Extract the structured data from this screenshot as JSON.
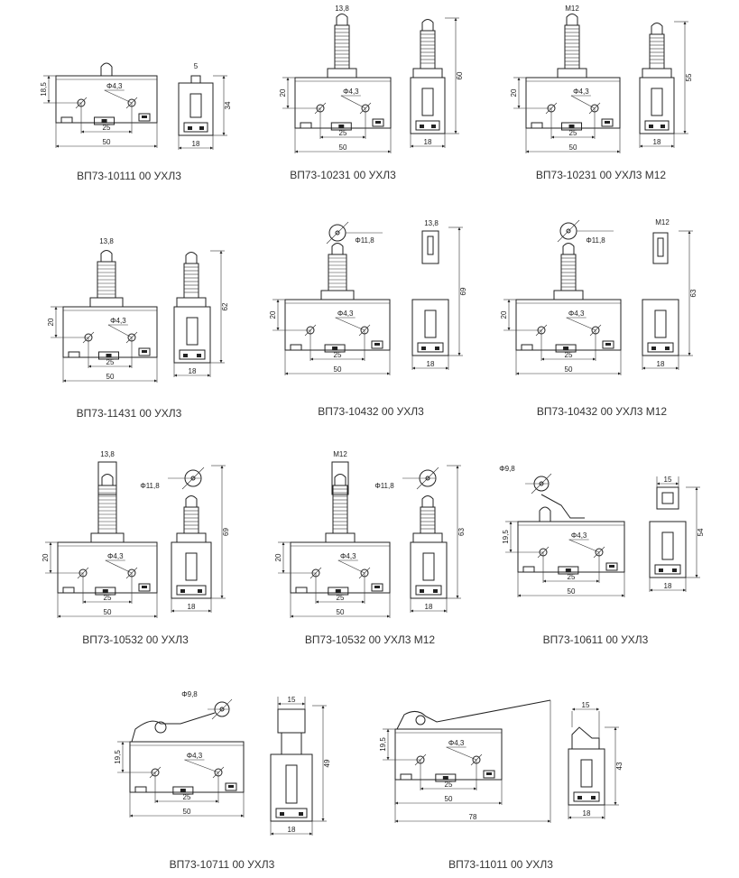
{
  "drawings": [
    {
      "caption": "ВП73-10111 00 УХЛ3",
      "dims": {
        "h": "18,5",
        "hole": "Φ4,3",
        "pitch": "25",
        "width": "50",
        "top": "5",
        "depth": "18",
        "height": "34"
      }
    },
    {
      "caption": "ВП73-10231 00 УХЛ3",
      "dims": {
        "thread": "13,8",
        "h": "20",
        "hole": "Φ4,3",
        "pitch": "25",
        "width": "50",
        "depth": "18",
        "height": "60"
      }
    },
    {
      "caption": "ВП73-10231 00 УХЛ3  М12",
      "dims": {
        "thread": "М12",
        "h": "20",
        "hole": "Φ4,3",
        "pitch": "25",
        "width": "50",
        "depth": "18",
        "height": "55"
      }
    },
    {
      "caption": "ВП73-11431 00 УХЛ3",
      "dims": {
        "thread": "13,8",
        "h": "20",
        "hole": "Φ4,3",
        "pitch": "25",
        "width": "50",
        "depth": "18",
        "height": "62"
      }
    },
    {
      "caption": "ВП73-10432 00 УХЛ3",
      "dims": {
        "roller": "Φ11,8",
        "thread": "13,8",
        "h": "20",
        "hole": "Φ4,3",
        "pitch": "25",
        "width": "50",
        "depth": "18",
        "height": "69"
      }
    },
    {
      "caption": "ВП73-10432 00 УХЛ3  М12",
      "dims": {
        "roller": "Φ11,8",
        "thread": "М12",
        "h": "20",
        "hole": "Φ4,3",
        "pitch": "25",
        "width": "50",
        "depth": "18",
        "height": "63"
      }
    },
    {
      "caption": "ВП73-10532 00 УХЛ3",
      "dims": {
        "thread": "13,8",
        "roller": "Φ11,8",
        "h": "20",
        "hole": "Φ4,3",
        "pitch": "25",
        "width": "50",
        "depth": "18",
        "height": "69"
      }
    },
    {
      "caption": "ВП73-10532 00 УХЛ3  М12",
      "dims": {
        "thread": "М12",
        "roller": "Φ11,8",
        "h": "20",
        "hole": "Φ4,3",
        "pitch": "25",
        "width": "50",
        "depth": "18",
        "height": "63"
      }
    },
    {
      "caption": "ВП73-10611 00 УХЛ3",
      "dims": {
        "roller": "Φ9,8",
        "h": "19,5",
        "hole": "Φ4,3",
        "pitch": "25",
        "width": "50",
        "top": "15",
        "depth": "18",
        "height": "54"
      }
    },
    {
      "caption": "ВП73-10711 00 УХЛ3",
      "dims": {
        "roller": "Φ9,8",
        "h": "19,5",
        "hole": "Φ4,3",
        "pitch": "25",
        "width": "50",
        "top": "15",
        "depth": "18",
        "height": "49"
      }
    },
    {
      "caption": "ВП73-11011 00 УХЛ3",
      "dims": {
        "h": "19,5",
        "hole": "Φ4,3",
        "pitch": "25",
        "width": "50",
        "total": "78",
        "top": "15",
        "depth": "18",
        "height": "43"
      }
    }
  ]
}
